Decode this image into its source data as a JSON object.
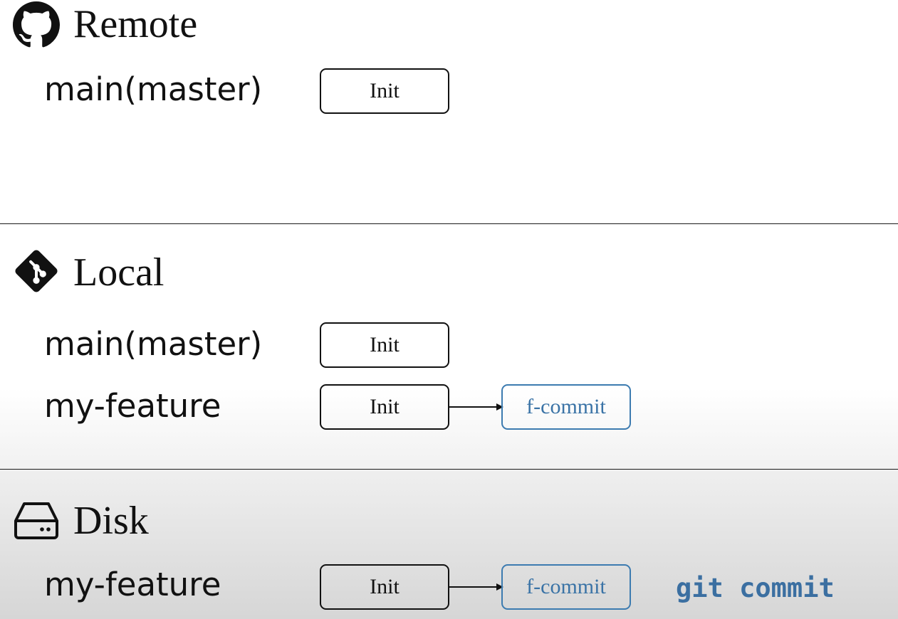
{
  "remote": {
    "title": "Remote",
    "icon": "github-icon",
    "rows": [
      {
        "branch": "main(master)",
        "commits": [
          "Init"
        ]
      }
    ]
  },
  "local": {
    "title": "Local",
    "icon": "git-icon",
    "rows": [
      {
        "branch": "main(master)",
        "commits": [
          "Init"
        ]
      },
      {
        "branch": "my-feature",
        "commits": [
          "Init",
          "f-commit"
        ]
      }
    ]
  },
  "disk": {
    "title": "Disk",
    "icon": "hard-drive-icon",
    "rows": [
      {
        "branch": "my-feature",
        "commits": [
          "Init",
          "f-commit"
        ]
      }
    ],
    "command": "git commit"
  },
  "colors": {
    "new_commit": "#3c7bb0",
    "command_text": "#3b6fa1",
    "divider": "#1a1a1a"
  }
}
